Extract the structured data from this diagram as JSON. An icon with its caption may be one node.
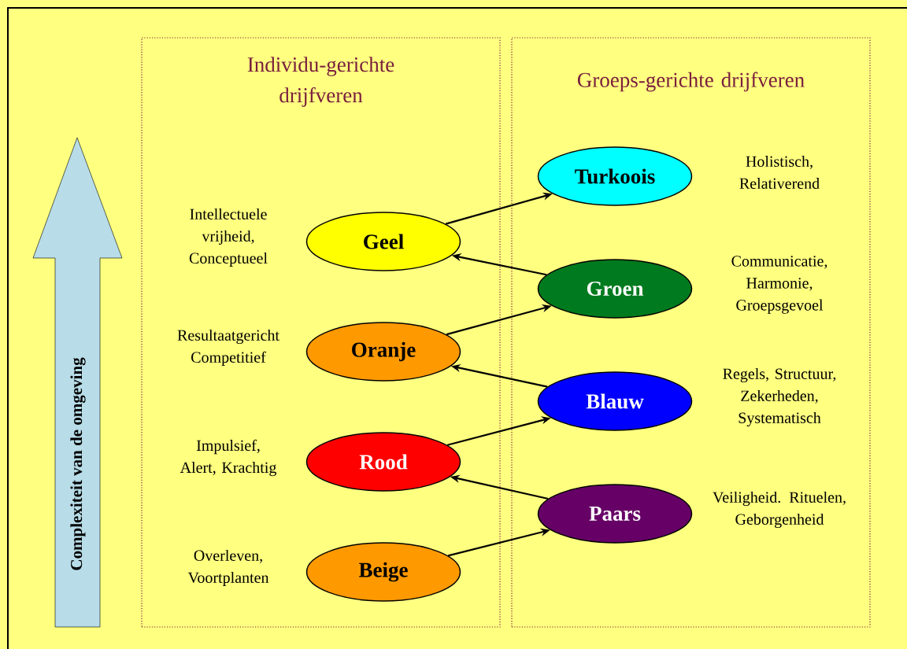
{
  "diagram": {
    "nodes": [
      {
        "text": [
          "Individu-gerichte drijfveren"
        ]
      },
      {
        "text": [
          "Groeps-gerichte drijfveren"
        ]
      },
      {
        "text": [
          "Geel"
        ],
        "in": 0,
        "beside": [
          "Intellectuele vrijheid, Conceptueel"
        ]
      },
      {
        "text": [
          "Oranje"
        ],
        "in": 0,
        "beside": [
          "Resultaatgericht Competitief"
        ]
      },
      {
        "text": [
          "Rood"
        ],
        "in": 0,
        "beside": [
          "Impulsief, Alert, Krachtig"
        ]
      },
      {
        "text": [
          "Beige"
        ],
        "in": 0,
        "beside": [
          "Overleven, Voortplanten"
        ]
      },
      {
        "text": [
          "Turkoois"
        ],
        "in": 1,
        "beside": [
          "Holistisch, Relativerend"
        ]
      },
      {
        "text": [
          "Groen"
        ],
        "in": 1,
        "beside": [
          "Communicatie, Harmonie, Groepsgevoel"
        ]
      },
      {
        "text": [
          "Blauw"
        ],
        "in": 1,
        "beside": [
          "Regels, Structuur, Zekerheden, Systematisch"
        ]
      },
      {
        "text": [
          "Paars"
        ],
        "in": 1,
        "beside": [
          "Veiligheid. Rituelen, Geborgenheid"
        ]
      }
    ],
    "edges": [
      {
        "from": 5,
        "to": 9,
        "arrow": "to"
      },
      {
        "from": 9,
        "to": 4,
        "arrow": "to"
      },
      {
        "from": 4,
        "to": 8,
        "arrow": "to"
      },
      {
        "from": 8,
        "to": 3,
        "arrow": "to"
      },
      {
        "from": 3,
        "to": 7,
        "arrow": "to"
      },
      {
        "from": 7,
        "to": 2,
        "arrow": "to"
      },
      {
        "from": 2,
        "to": 6,
        "arrow": "to"
      }
    ],
    "labels": [
      "Complexiteit van de omgeving"
    ]
  }
}
